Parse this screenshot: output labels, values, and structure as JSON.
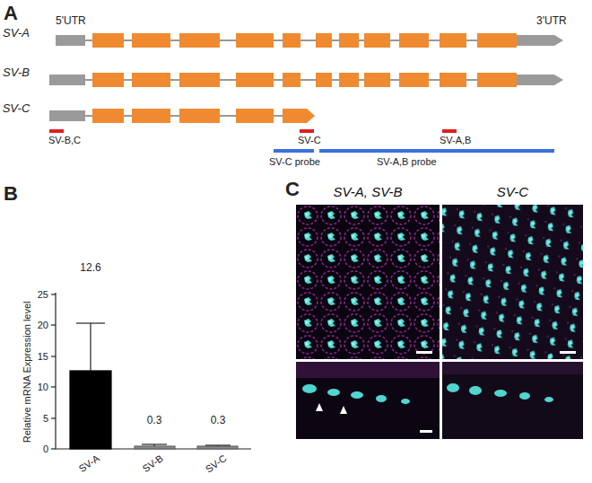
{
  "diagram": {
    "nodes": [
      {
        "text": [
          "SV-A, SV-B"
        ]
      },
      {
        "text": [
          "SV-C"
        ]
      }
    ],
    "labels": [
      "A",
      "5'UTR",
      "3'UTR",
      "SV-A",
      "SV-B",
      "SV-C",
      "SV-B,C",
      "SV-C",
      "SV-A,B",
      "SV-C probe",
      "SV-A,B probe",
      "B",
      "Relative mRNA Expression level",
      "25",
      "20",
      "15",
      "10",
      "5",
      "0",
      "12.6",
      "0.3",
      "0.3",
      "SV-A",
      "SV-B",
      "SV-C",
      "C"
    ]
  }
}
